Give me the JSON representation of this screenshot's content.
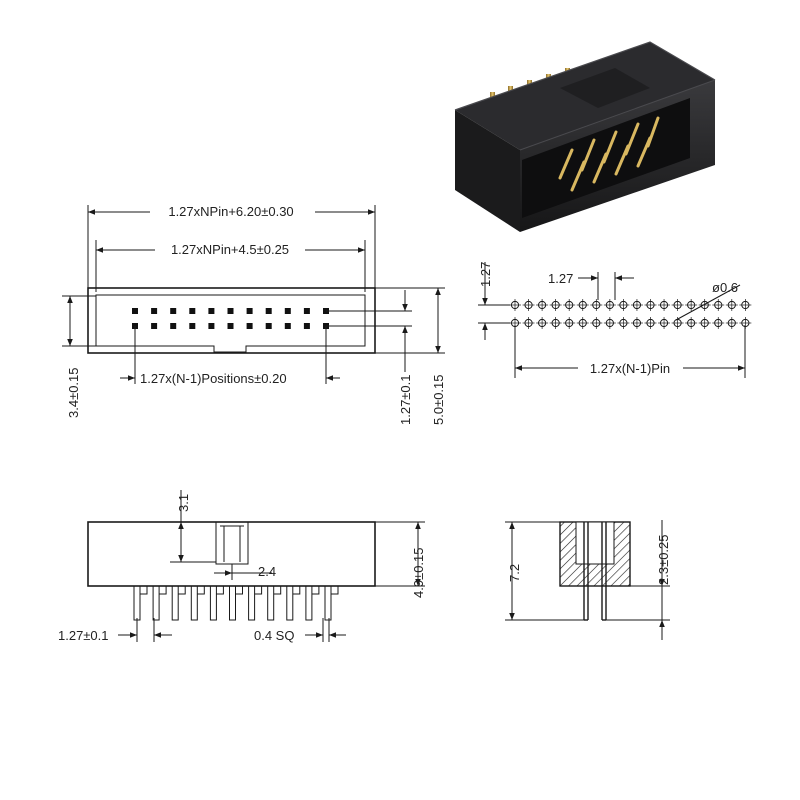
{
  "title": "",
  "colors": {
    "line": "#1a1a1a",
    "body_dark": "#1d1d1f",
    "body_mid": "#2c2c2f",
    "pin": "#c9a24a",
    "background": "#ffffff"
  },
  "photo": {
    "name": "box-header-connector-photo"
  },
  "top_view": {
    "overall_width": "1.27xNPin+6.20±0.30",
    "inner_width": "1.27xNPin+4.5±0.25",
    "pitch_span": "1.27x(N-1)Positions±0.20",
    "row_pitch": "1.27±0.1",
    "overall_depth": "5.0±0.15",
    "inner_depth": "3.4±0.15",
    "pins_per_row": 11,
    "rows": 2
  },
  "footprint": {
    "pitch": "1.27",
    "hole": "ø0.6",
    "span": "1.27x(N-1)Pin",
    "row_pitch": "1.27",
    "holes_per_row": 18
  },
  "side_view": {
    "pin_length_above": "3.1",
    "body_height": "4.9±0.15",
    "row_spacing": "2.4",
    "pitch": "1.27±0.1",
    "pin_size": "0.4  SQ"
  },
  "section_view": {
    "total_height": "7.2",
    "pin_below": "2.3±0.25"
  }
}
